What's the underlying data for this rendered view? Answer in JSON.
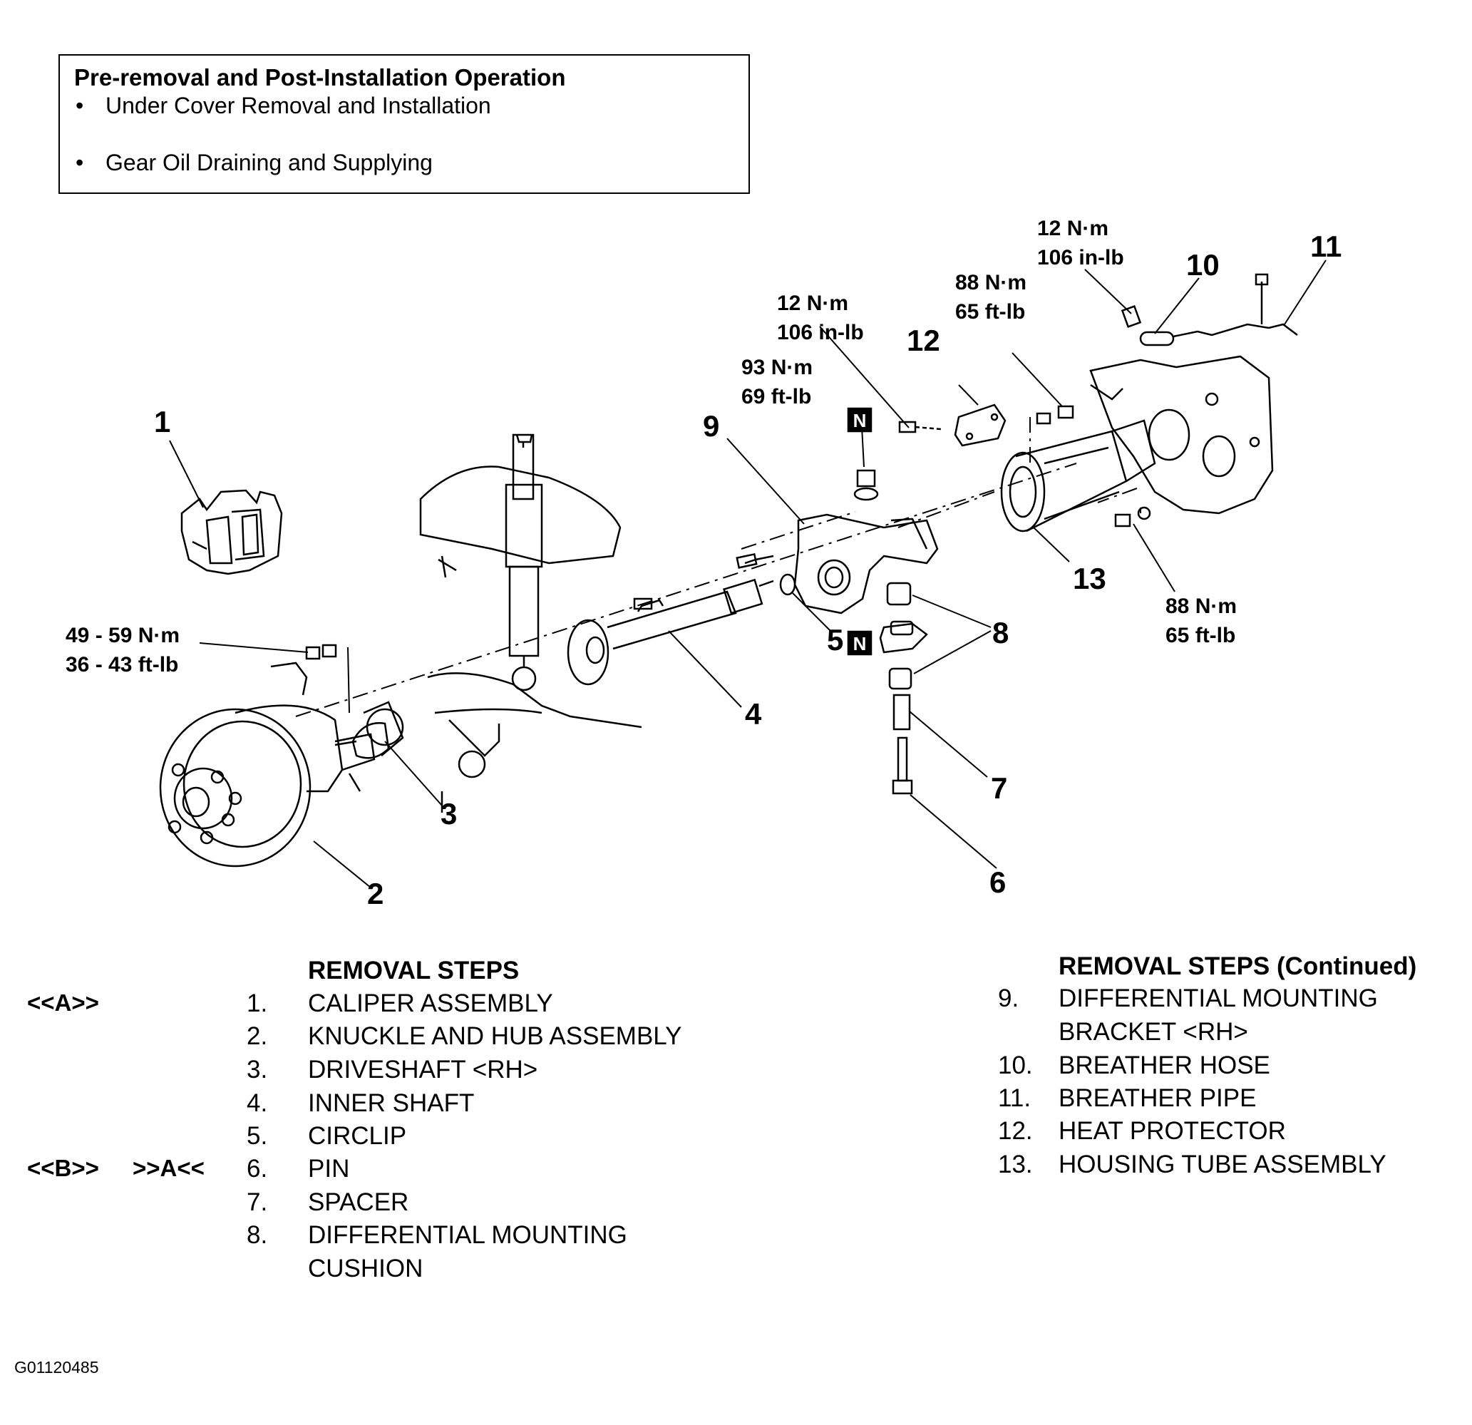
{
  "pre_op": {
    "title": "Pre-removal and Post-Installation Operation",
    "items": [
      "Under Cover Removal and Installation",
      "Gear Oil Draining and Supplying"
    ]
  },
  "callouts": {
    "c1": "1",
    "c2": "2",
    "c3": "3",
    "c4": "4",
    "c5": "5",
    "c6": "6",
    "c7": "7",
    "c8": "8",
    "c9": "9",
    "c10": "10",
    "c11": "11",
    "c12": "12",
    "c13": "13",
    "n_mark": "N"
  },
  "torques": {
    "t_49_59": [
      "49 - 59 N·m",
      "36 - 43 ft-lb"
    ],
    "t_93": [
      "93 N·m",
      "69 ft-lb"
    ],
    "t_12_heat": [
      "12 N·m",
      "106 in-lb"
    ],
    "t_12_pipe": [
      "12 N·m",
      "106 in-lb"
    ],
    "t_88_top": [
      "88 N·m",
      "65 ft-lb"
    ],
    "t_88_right": [
      "88 N·m",
      "65 ft-lb"
    ]
  },
  "removal_steps": {
    "heading": "REMOVAL STEPS",
    "heading_cont": "REMOVAL STEPS (Continued)",
    "steps": [
      {
        "num": "1.",
        "label": "CALIPER ASSEMBLY",
        "marker": "<<A>>"
      },
      {
        "num": "2.",
        "label": "KNUCKLE AND HUB ASSEMBLY"
      },
      {
        "num": "3.",
        "label": "DRIVESHAFT <RH>"
      },
      {
        "num": "4.",
        "label": "INNER SHAFT"
      },
      {
        "num": "5.",
        "label": "CIRCLIP"
      },
      {
        "num": "6.",
        "label": "PIN",
        "marker": "<<B>>",
        "marker2": ">>A<<"
      },
      {
        "num": "7.",
        "label": "SPACER"
      },
      {
        "num": "8.",
        "label": "DIFFERENTIAL MOUNTING",
        "label2": "CUSHION"
      },
      {
        "num": "9.",
        "label": "DIFFERENTIAL MOUNTING",
        "label2": "BRACKET <RH>"
      },
      {
        "num": "10.",
        "label": "BREATHER HOSE"
      },
      {
        "num": "11.",
        "label": "BREATHER PIPE"
      },
      {
        "num": "12.",
        "label": "HEAT PROTECTOR"
      },
      {
        "num": "13.",
        "label": "HOUSING TUBE ASSEMBLY"
      }
    ]
  },
  "figure_code": "G01120485"
}
